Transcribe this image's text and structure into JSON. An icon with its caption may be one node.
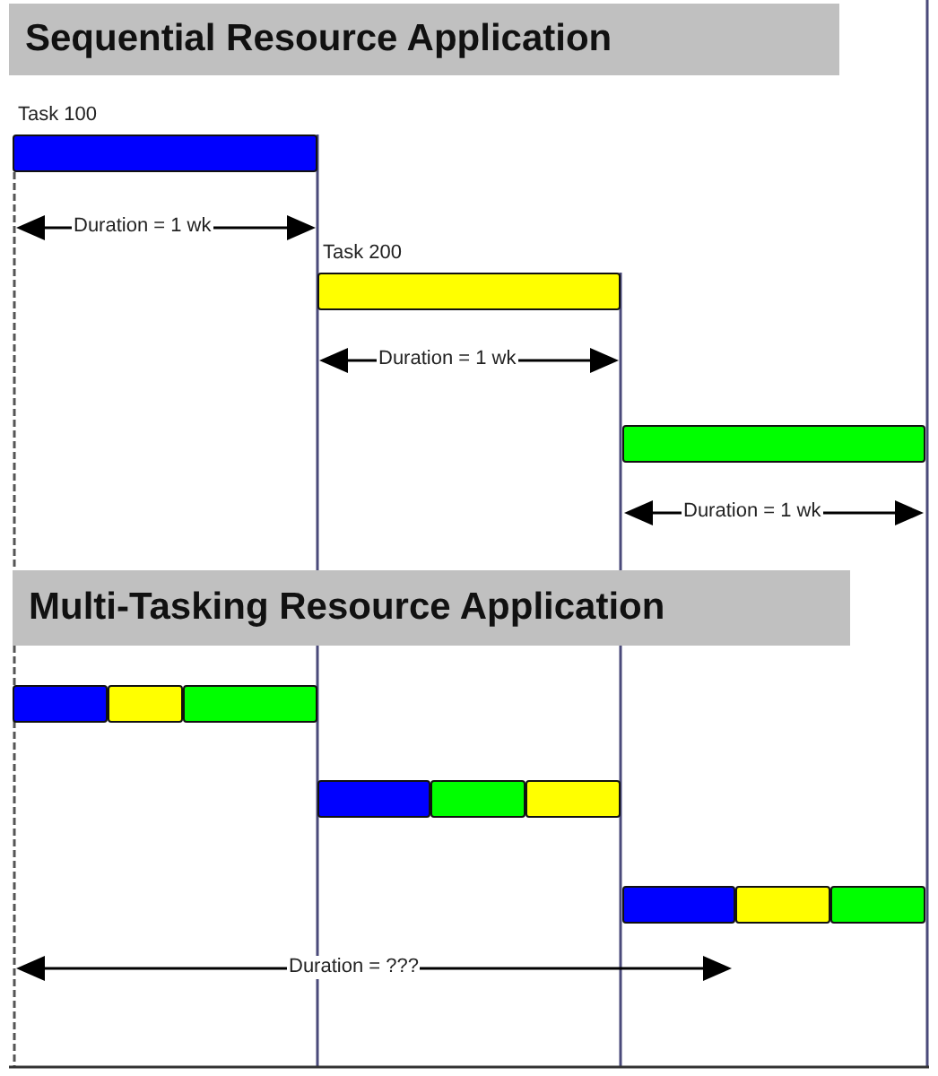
{
  "diagram": {
    "nodes": [
      {
        "text": [
          "Sequential Resource Application"
        ]
      },
      {
        "text": [],
        "shape": "bar",
        "beside": [
          "Task 100"
        ]
      },
      {
        "text": [],
        "shape": "bar",
        "beside": [
          "Task 200"
        ]
      },
      {
        "text": [],
        "shape": "bar"
      },
      {
        "text": [
          "Multi-Tasking Resource Application"
        ]
      },
      {
        "text": [],
        "shape": "bar"
      },
      {
        "text": [],
        "shape": "bar"
      },
      {
        "text": [],
        "shape": "bar"
      },
      {
        "text": [],
        "shape": "bar"
      },
      {
        "text": [],
        "shape": "bar"
      },
      {
        "text": [],
        "shape": "bar"
      },
      {
        "text": [],
        "shape": "bar"
      },
      {
        "text": [],
        "shape": "bar"
      },
      {
        "text": [],
        "shape": "bar"
      }
    ],
    "labels": [
      "Duration = 1 wk",
      "Duration = 1 wk",
      "Duration = 1 wk",
      "Duration = ???"
    ]
  }
}
